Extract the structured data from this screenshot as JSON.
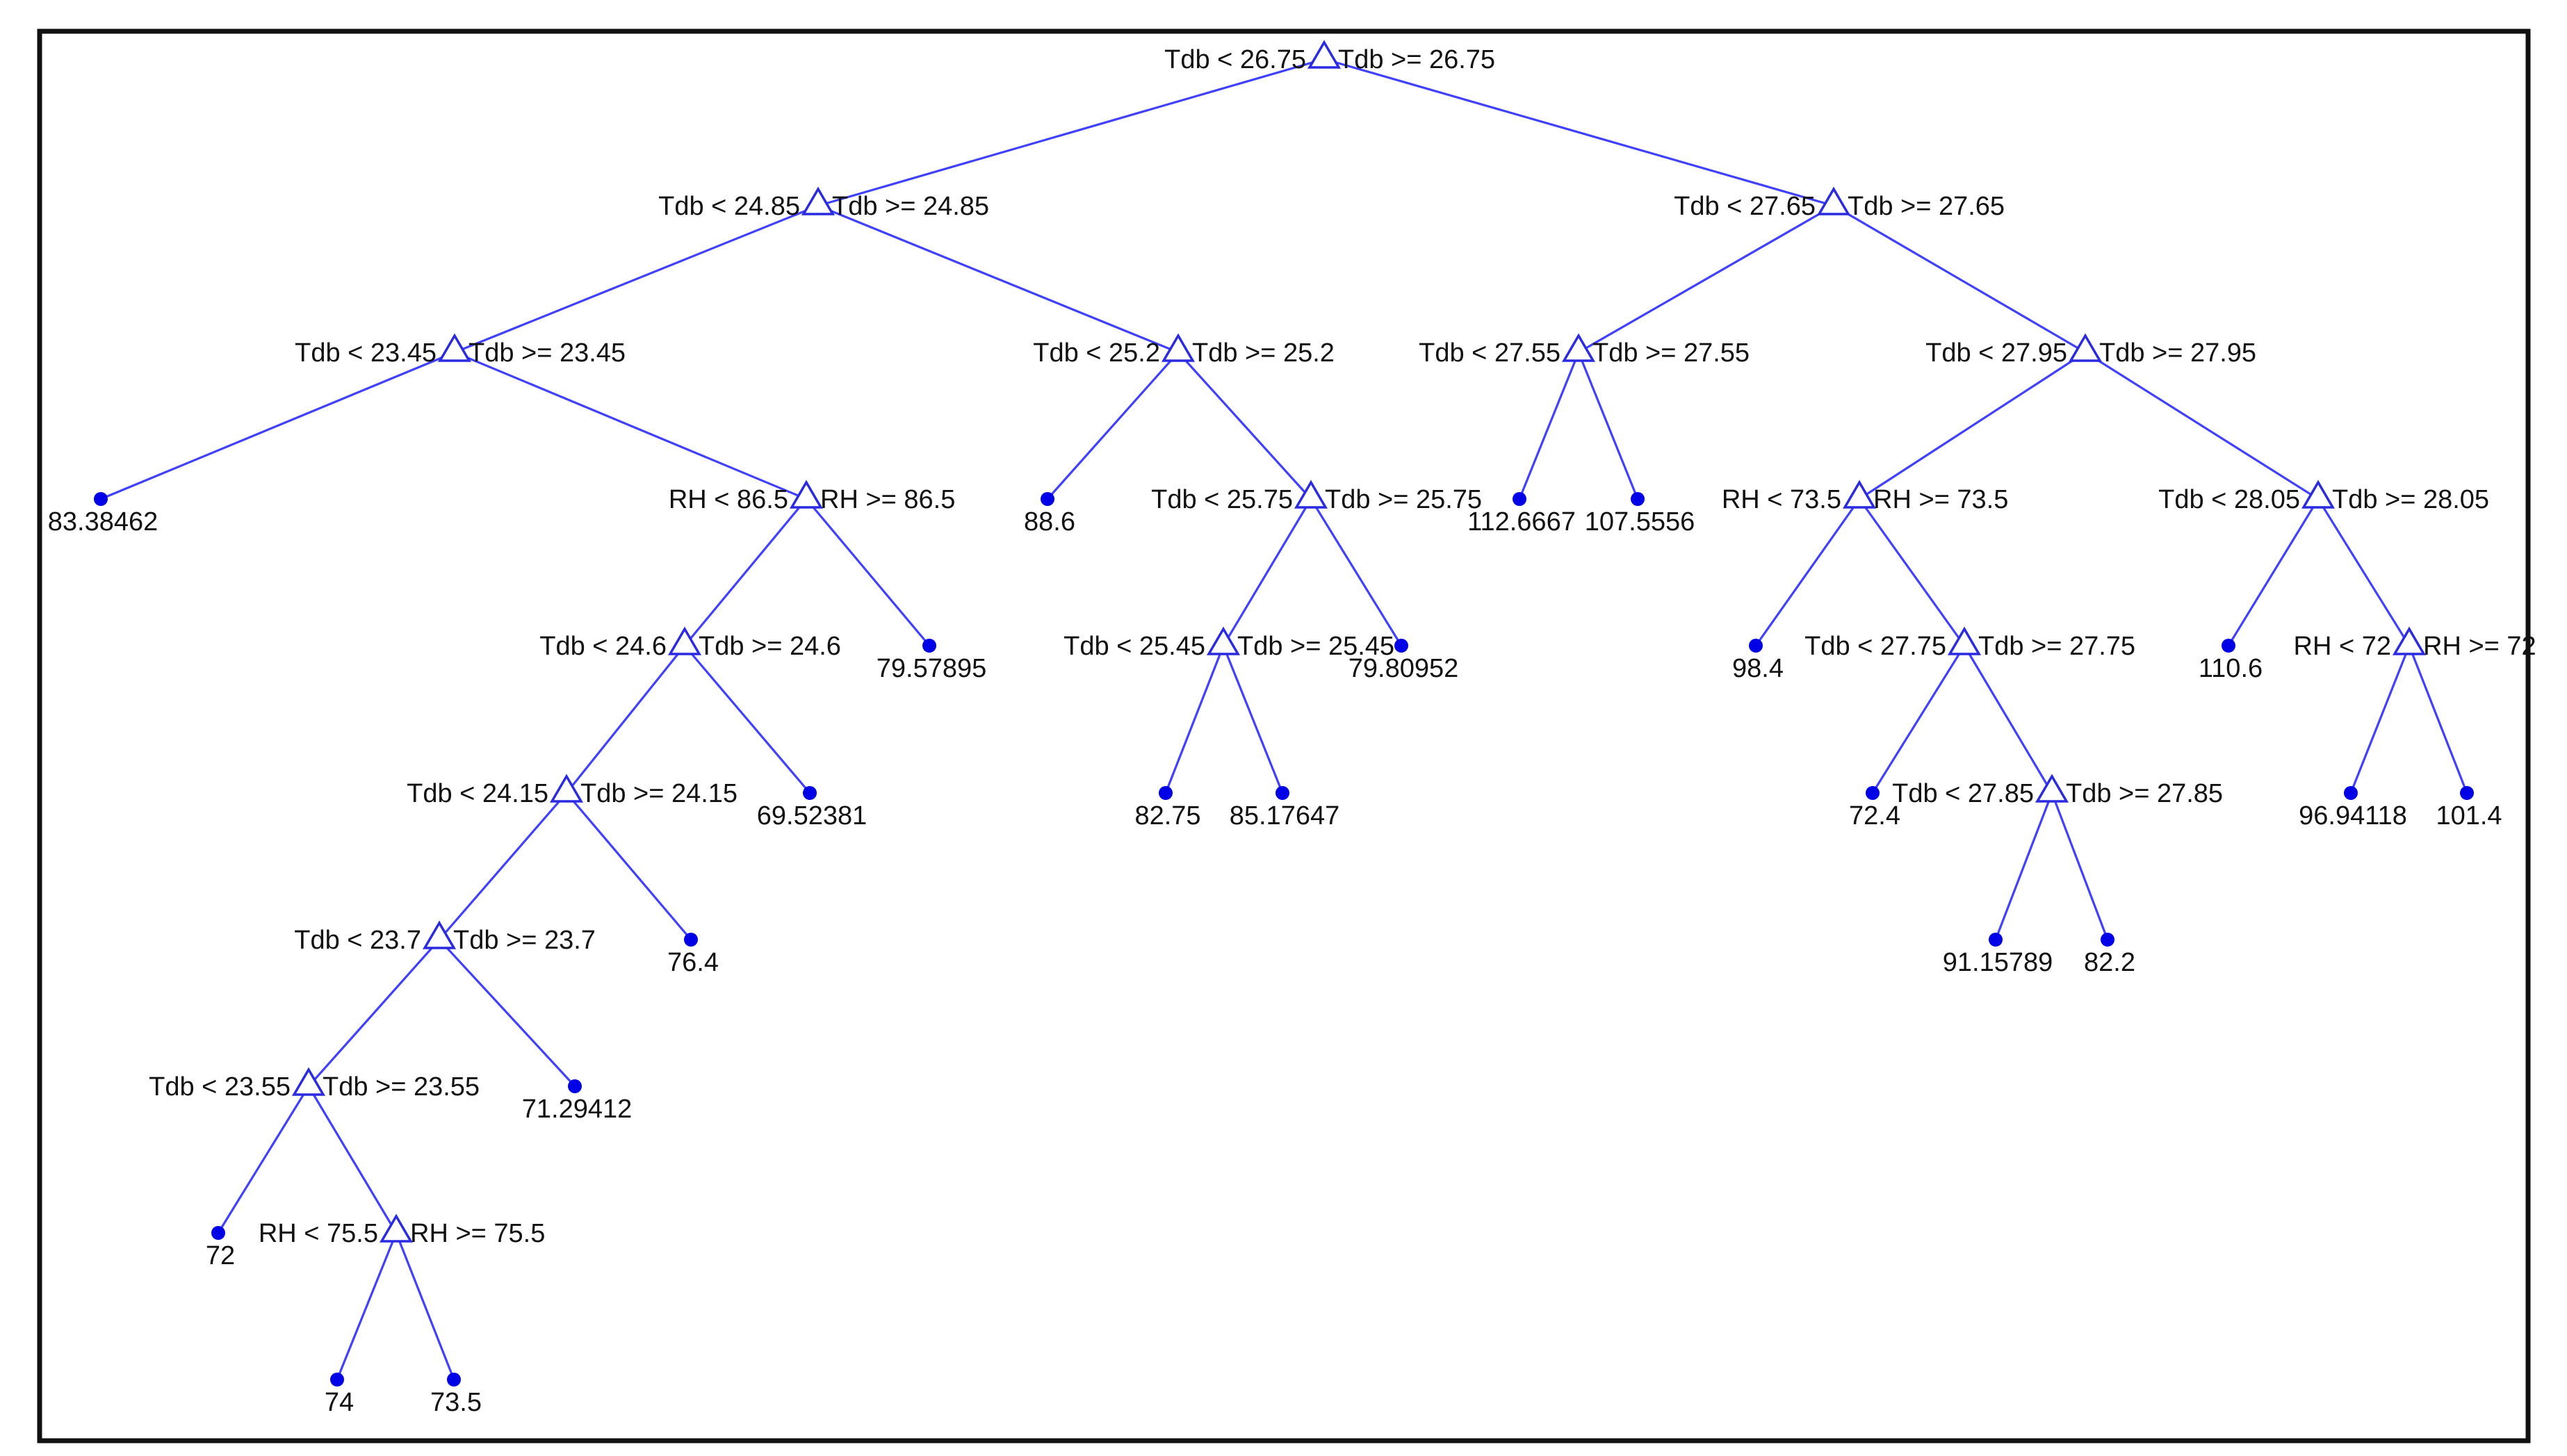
{
  "colors": {
    "edge": "#4040ff",
    "split_marker": "#2a2ae0",
    "leaf_marker": "#0000e6",
    "text": "#111111",
    "frame": "#111111"
  },
  "icons": {
    "split": "triangle-icon",
    "leaf": "dot-icon"
  },
  "tree": {
    "nodes": [
      {
        "id": "n0",
        "type": "split",
        "left": "Tdb < 26.75",
        "right": "Tdb >= 26.75"
      },
      {
        "id": "n1",
        "type": "split",
        "left": "Tdb < 24.85",
        "right": "Tdb >= 24.85",
        "parent": "n0"
      },
      {
        "id": "n2",
        "type": "split",
        "left": "Tdb < 27.65",
        "right": "Tdb >= 27.65",
        "parent": "n0"
      },
      {
        "id": "n3",
        "type": "split",
        "left": "Tdb < 23.45",
        "right": "Tdb >= 23.45",
        "parent": "n1"
      },
      {
        "id": "n4",
        "type": "split",
        "left": "Tdb < 25.2",
        "right": "Tdb >= 25.2",
        "parent": "n1"
      },
      {
        "id": "n5",
        "type": "split",
        "left": "Tdb < 27.55",
        "right": "Tdb >= 27.55",
        "parent": "n2"
      },
      {
        "id": "n6",
        "type": "split",
        "left": "Tdb < 27.95",
        "right": "Tdb >= 27.95",
        "parent": "n2"
      },
      {
        "id": "l1",
        "type": "leaf",
        "value": "83.38462",
        "parent": "n3"
      },
      {
        "id": "n7",
        "type": "split",
        "left": "RH < 86.5",
        "right": "RH >= 86.5",
        "parent": "n3"
      },
      {
        "id": "l2",
        "type": "leaf",
        "value": "88.6",
        "parent": "n4"
      },
      {
        "id": "n8",
        "type": "split",
        "left": "Tdb < 25.75",
        "right": "Tdb >= 25.75",
        "parent": "n4"
      },
      {
        "id": "l3",
        "type": "leaf",
        "value": "112.6667",
        "parent": "n5"
      },
      {
        "id": "l4",
        "type": "leaf",
        "value": "107.5556",
        "parent": "n5"
      },
      {
        "id": "n9",
        "type": "split",
        "left": "RH < 73.5",
        "right": "RH >= 73.5",
        "parent": "n6"
      },
      {
        "id": "n10",
        "type": "split",
        "left": "Tdb < 28.05",
        "right": "Tdb >= 28.05",
        "parent": "n6"
      },
      {
        "id": "n11",
        "type": "split",
        "left": "Tdb < 24.6",
        "right": "Tdb >= 24.6",
        "parent": "n7"
      },
      {
        "id": "l5",
        "type": "leaf",
        "value": "79.57895",
        "parent": "n7"
      },
      {
        "id": "n12",
        "type": "split",
        "left": "Tdb < 25.45",
        "right": "Tdb >= 25.45",
        "parent": "n8"
      },
      {
        "id": "l6",
        "type": "leaf",
        "value": "79.80952",
        "parent": "n8"
      },
      {
        "id": "l7",
        "type": "leaf",
        "value": "98.4",
        "parent": "n9"
      },
      {
        "id": "n13",
        "type": "split",
        "left": "Tdb < 27.75",
        "right": "Tdb >= 27.75",
        "parent": "n9"
      },
      {
        "id": "l8",
        "type": "leaf",
        "value": "110.6",
        "parent": "n10"
      },
      {
        "id": "n14",
        "type": "split",
        "left": "RH < 72",
        "right": "RH >= 72",
        "parent": "n10"
      },
      {
        "id": "n15",
        "type": "split",
        "left": "Tdb < 24.15",
        "right": "Tdb >= 24.15",
        "parent": "n11"
      },
      {
        "id": "l9",
        "type": "leaf",
        "value": "69.52381",
        "parent": "n11"
      },
      {
        "id": "l10",
        "type": "leaf",
        "value": "82.75",
        "parent": "n12"
      },
      {
        "id": "l11",
        "type": "leaf",
        "value": "85.17647",
        "parent": "n12"
      },
      {
        "id": "l12",
        "type": "leaf",
        "value": "72.4",
        "parent": "n13"
      },
      {
        "id": "n16",
        "type": "split",
        "left": "Tdb < 27.85",
        "right": "Tdb >= 27.85",
        "parent": "n13"
      },
      {
        "id": "l13",
        "type": "leaf",
        "value": "96.94118",
        "parent": "n14"
      },
      {
        "id": "l14",
        "type": "leaf",
        "value": "101.4",
        "parent": "n14"
      },
      {
        "id": "n17",
        "type": "split",
        "left": "Tdb < 23.7",
        "right": "Tdb >= 23.7",
        "parent": "n15"
      },
      {
        "id": "l15",
        "type": "leaf",
        "value": "76.4",
        "parent": "n15"
      },
      {
        "id": "l16",
        "type": "leaf",
        "value": "91.15789",
        "parent": "n16"
      },
      {
        "id": "l17",
        "type": "leaf",
        "value": "82.2",
        "parent": "n16"
      },
      {
        "id": "n18",
        "type": "split",
        "left": "Tdb < 23.55",
        "right": "Tdb >= 23.55",
        "parent": "n17"
      },
      {
        "id": "l18",
        "type": "leaf",
        "value": "71.29412",
        "parent": "n17"
      },
      {
        "id": "l19",
        "type": "leaf",
        "value": "72",
        "parent": "n18"
      },
      {
        "id": "n19",
        "type": "split",
        "left": "RH < 75.5",
        "right": "RH >= 75.5",
        "parent": "n18"
      },
      {
        "id": "l20",
        "type": "leaf",
        "value": "74",
        "parent": "n19"
      },
      {
        "id": "l21",
        "type": "leaf",
        "value": "73.5",
        "parent": "n19"
      }
    ]
  }
}
